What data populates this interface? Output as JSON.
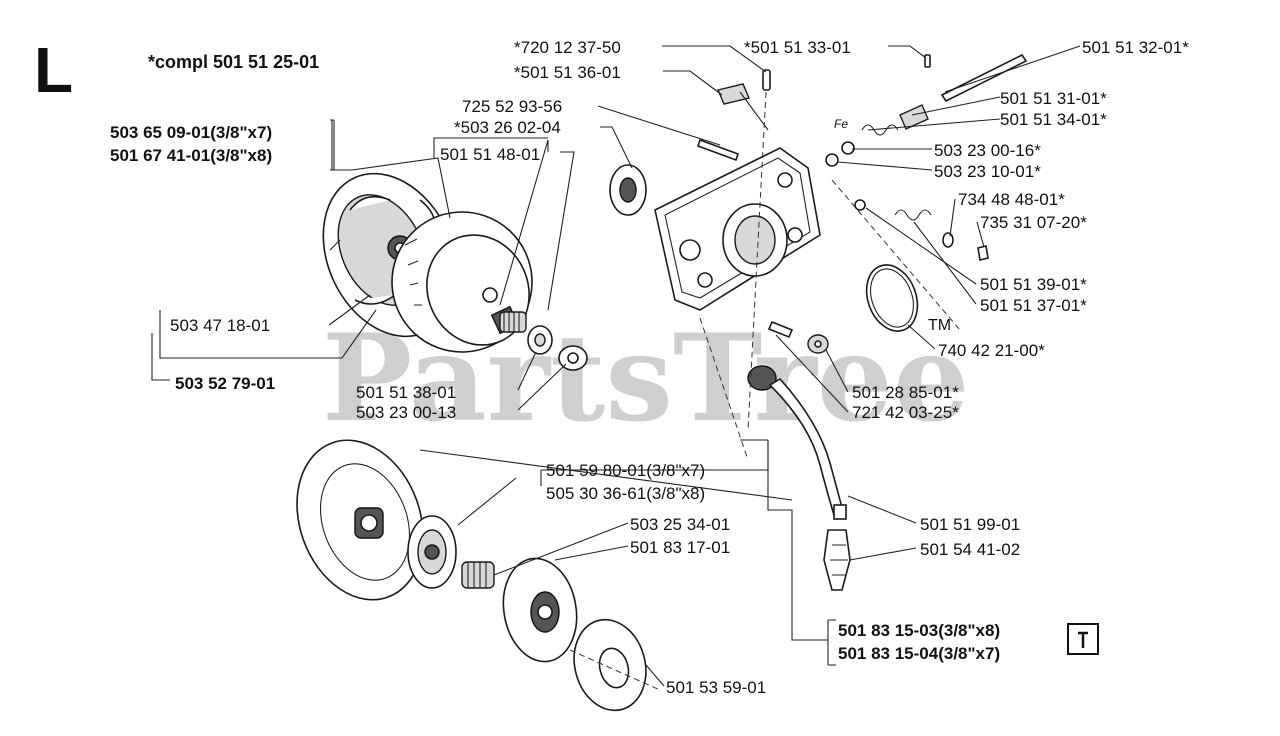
{
  "section_letter": "L",
  "compl_label": "*compl 501 51 25-01",
  "watermark": {
    "text": "PartsTree",
    "tm": "TM"
  },
  "tool_icon": "wrench-tool-icon",
  "parts": {
    "p720_12_37_50": "*720 12 37-50",
    "p501_51_33_01": "*501 51 33-01",
    "p501_51_32_01": "501 51 32-01*",
    "p501_51_36_01": "*501 51 36-01",
    "p501_51_31_01": "501 51 31-01*",
    "p725_52_93_56": "725 52 93-56",
    "p501_51_34_01": "501 51 34-01*",
    "p503_26_02_04": "*503 26 02-04",
    "p503_65_09_01": "503 65 09-01(3/8\"x7)",
    "p501_67_41_01": "501 67 41-01(3/8\"x8)",
    "p501_51_48_01": "501 51 48-01",
    "p503_23_00_16": "503 23 00-16*",
    "p503_23_10_01": "503 23 10-01*",
    "p734_48_48_01": "734 48 48-01*",
    "p735_31_07_20": "735 31 07-20*",
    "p501_51_39_01": "501 51 39-01*",
    "p501_51_37_01": "501 51 37-01*",
    "p503_47_18_01": "503 47 18-01",
    "p740_42_21_00": "740 42 21-00*",
    "p503_52_79_01": "503 52 79-01",
    "p501_51_38_01": "501 51 38-01",
    "p501_28_85_01": "501 28 85-01*",
    "p503_23_00_13": "503 23 00-13",
    "p721_42_03_25": "721 42 03-25*",
    "p501_59_80_01": "501 59 80-01(3/8\"x7)",
    "p505_30_36_61": "505 30 36-61(3/8\"x8)",
    "p501_51_99_01": "501 51 99-01",
    "p503_25_34_01": "503 25 34-01",
    "p501_54_41_02": "501 54 41-02",
    "p501_83_17_01": "501 83 17-01",
    "p501_83_15_03": "501 83 15-03(3/8\"x8)",
    "p501_83_15_04": "501 83 15-04(3/8\"x7)",
    "p501_53_59_01": "501 53 59-01",
    "fe_mark": "Fe"
  }
}
